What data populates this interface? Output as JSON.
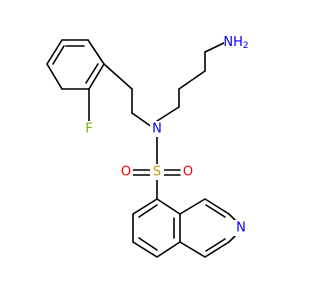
{
  "atoms": {
    "nh2": {
      "text": "NH",
      "subscript": "2",
      "color": "#0000ff"
    },
    "n_amine": {
      "text": "N",
      "color": "#0000ff"
    },
    "sulfur": {
      "text": "S",
      "color": "#b8a100"
    },
    "oxygen_left": {
      "text": "O",
      "color": "#ff0000"
    },
    "oxygen_right": {
      "text": "O",
      "color": "#ff0000"
    },
    "fluorine": {
      "text": "F",
      "color": "#66bb00"
    },
    "n_ring": {
      "text": "N",
      "color": "#0000ff"
    }
  }
}
